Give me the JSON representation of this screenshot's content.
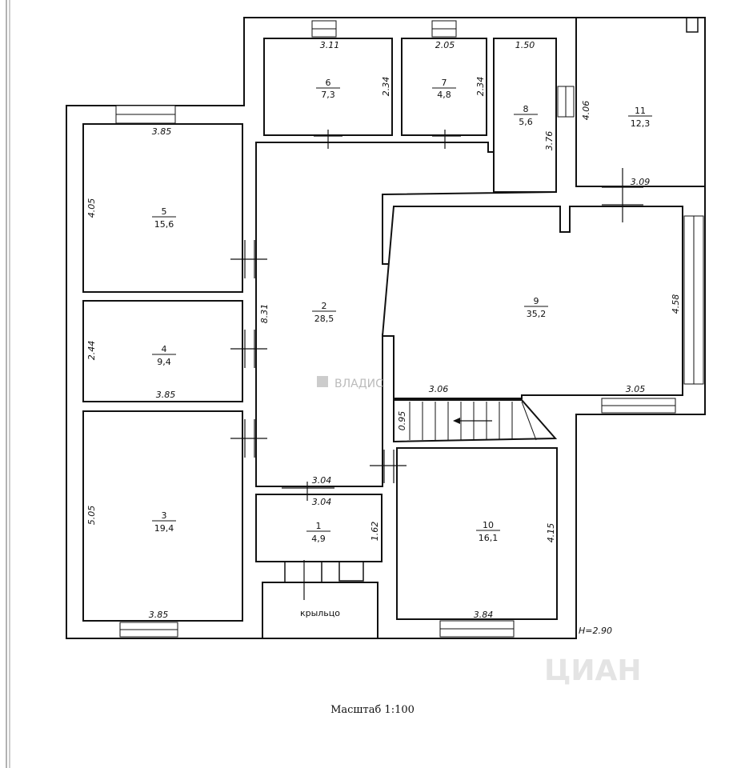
{
  "rooms": [
    {
      "id": "1",
      "num": "1",
      "area": "4,9"
    },
    {
      "id": "2",
      "num": "2",
      "area": "28,5"
    },
    {
      "id": "3",
      "num": "3",
      "area": "19,4"
    },
    {
      "id": "4",
      "num": "4",
      "area": "9,4"
    },
    {
      "id": "5",
      "num": "5",
      "area": "15,6"
    },
    {
      "id": "6",
      "num": "6",
      "area": "7,3"
    },
    {
      "id": "7",
      "num": "7",
      "area": "4,8"
    },
    {
      "id": "8",
      "num": "8",
      "area": "5,6"
    },
    {
      "id": "9",
      "num": "9",
      "area": "35,2"
    },
    {
      "id": "10",
      "num": "10",
      "area": "16,1"
    },
    {
      "id": "11",
      "num": "11",
      "area": "12,3"
    }
  ],
  "dimensions": {
    "r6_w": "3.11",
    "r6_h": "2.34",
    "r7_w": "2.05",
    "r7_h": "2.34",
    "r8_w": "1.50",
    "r8_h": "3.76",
    "r11_h": "4.06",
    "r11_w": "3.09",
    "r5_w": "3.85",
    "r5_h": "4.05",
    "r4_h": "2.44",
    "r4_w": "3.85",
    "r2_h": "8.31",
    "r9_h": "4.58",
    "r9_w1": "3.06",
    "r9_w2": "3.05",
    "stair_h": "0.95",
    "r2_w": "3.04",
    "r1_w": "3.04",
    "r1_h": "1.62",
    "r3_h": "5.05",
    "r3_w": "3.85",
    "r10_h": "4.15",
    "r10_w": "3.84"
  },
  "porch_label": "крыльцо",
  "height_label": "H=2.90",
  "scale_label": "Масштаб 1:100",
  "watermark": "ВЛАДИС",
  "watermark2": "ЦИАН"
}
